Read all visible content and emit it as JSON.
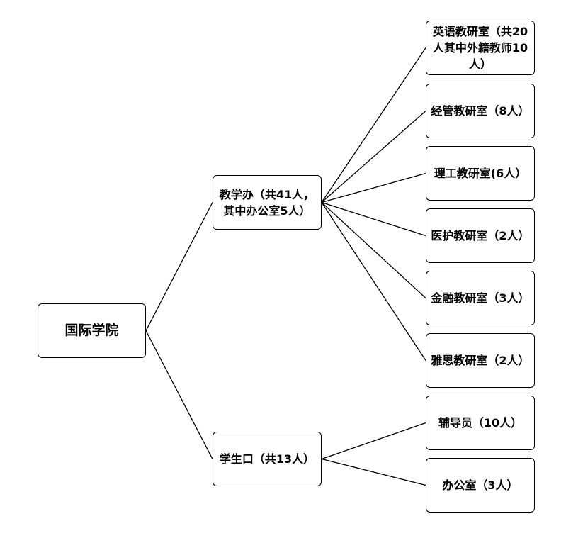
{
  "diagram": {
    "root": {
      "label": "国际学院",
      "children": [
        {
          "id": "teaching",
          "label": "教学办（共41人，其中办公室5人）",
          "children": [
            {
              "id": "english",
              "label": "英语教研室（共20人其中外籍教师10人）"
            },
            {
              "id": "management",
              "label": "经管教研室（8人）"
            },
            {
              "id": "engineering",
              "label": "理工教研室(6人）"
            },
            {
              "id": "medical",
              "label": "医护教研室（2人）"
            },
            {
              "id": "finance",
              "label": "金融教研室（3人）"
            },
            {
              "id": "ielts",
              "label": "雅思教研室（2人）"
            }
          ]
        },
        {
          "id": "students",
          "label": "学生口（共13人）",
          "children": [
            {
              "id": "counselor",
              "label": "辅导员（10人）"
            },
            {
              "id": "office",
              "label": "办公室（3人）"
            }
          ]
        }
      ]
    }
  }
}
